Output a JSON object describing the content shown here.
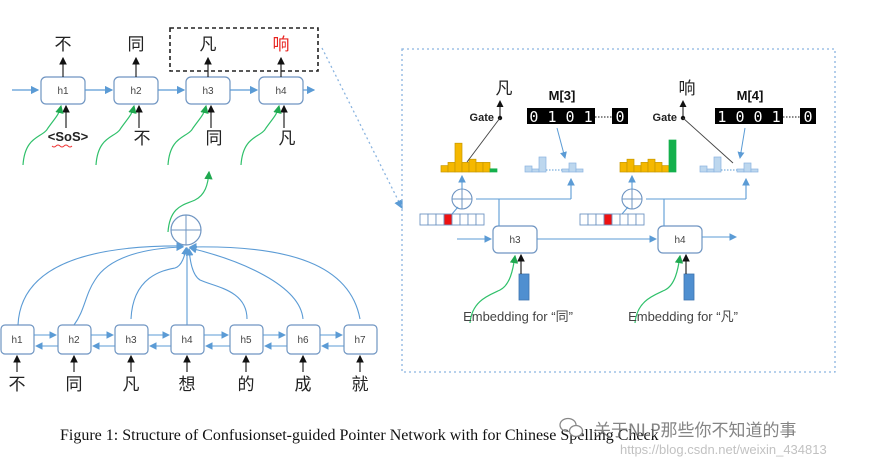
{
  "decoder": {
    "nodes": [
      "h1",
      "h2",
      "h3",
      "h4"
    ],
    "outputs": [
      "不",
      "同",
      "凡",
      "响"
    ],
    "inputs": [
      "<SoS>",
      "不",
      "同",
      "凡"
    ],
    "highlight_color": "#e8231f"
  },
  "encoder": {
    "nodes": [
      "h1",
      "h2",
      "h3",
      "h4",
      "h5",
      "h6",
      "h7"
    ],
    "inputs": [
      "不",
      "同",
      "凡",
      "想",
      "的",
      "成",
      "就"
    ]
  },
  "detail": {
    "step3": {
      "node": "h3",
      "output_char": "凡",
      "gate_label": "Gate",
      "mask_label": "M[3]",
      "mask_bits": "0 1 0 1",
      "mask_tail": "0",
      "embedding_label": "Embedding for “同”",
      "vocab_dist": [
        2,
        3,
        9,
        3,
        4,
        3,
        3,
        1
      ],
      "context_dist_a": [
        2,
        1,
        5
      ],
      "context_dist_b": [
        1,
        3,
        1
      ],
      "pointer_active_index": 3
    },
    "step4": {
      "node": "h4",
      "output_char": "响",
      "gate_label": "Gate",
      "mask_label": "M[4]",
      "mask_bits": "1 0 0 1",
      "mask_tail": "0",
      "embedding_label": "Embedding for “凡”",
      "vocab_dist": [
        3,
        4,
        2,
        3,
        4,
        3,
        2,
        10
      ],
      "context_dist_a": [
        2,
        1,
        5
      ],
      "context_dist_b": [
        1,
        3,
        1
      ],
      "pointer_active_index": 3
    },
    "colors": {
      "vocab": "#f5b800",
      "vocab_high": "#14b04c",
      "context": "#bdd7ee",
      "embedding": "#4f8fd0",
      "pointer_active": "#ee1111",
      "line_blue": "#5b9bd5",
      "green": "#2fc06a"
    }
  },
  "caption": {
    "text": "Figure 1: Structure of Confusionset-guided Pointer Network with for Chinese Spelling Check"
  },
  "watermark": {
    "channel": "关于NLP那些你不知道的事",
    "url": "https://blog.csdn.net/weixin_434813"
  }
}
